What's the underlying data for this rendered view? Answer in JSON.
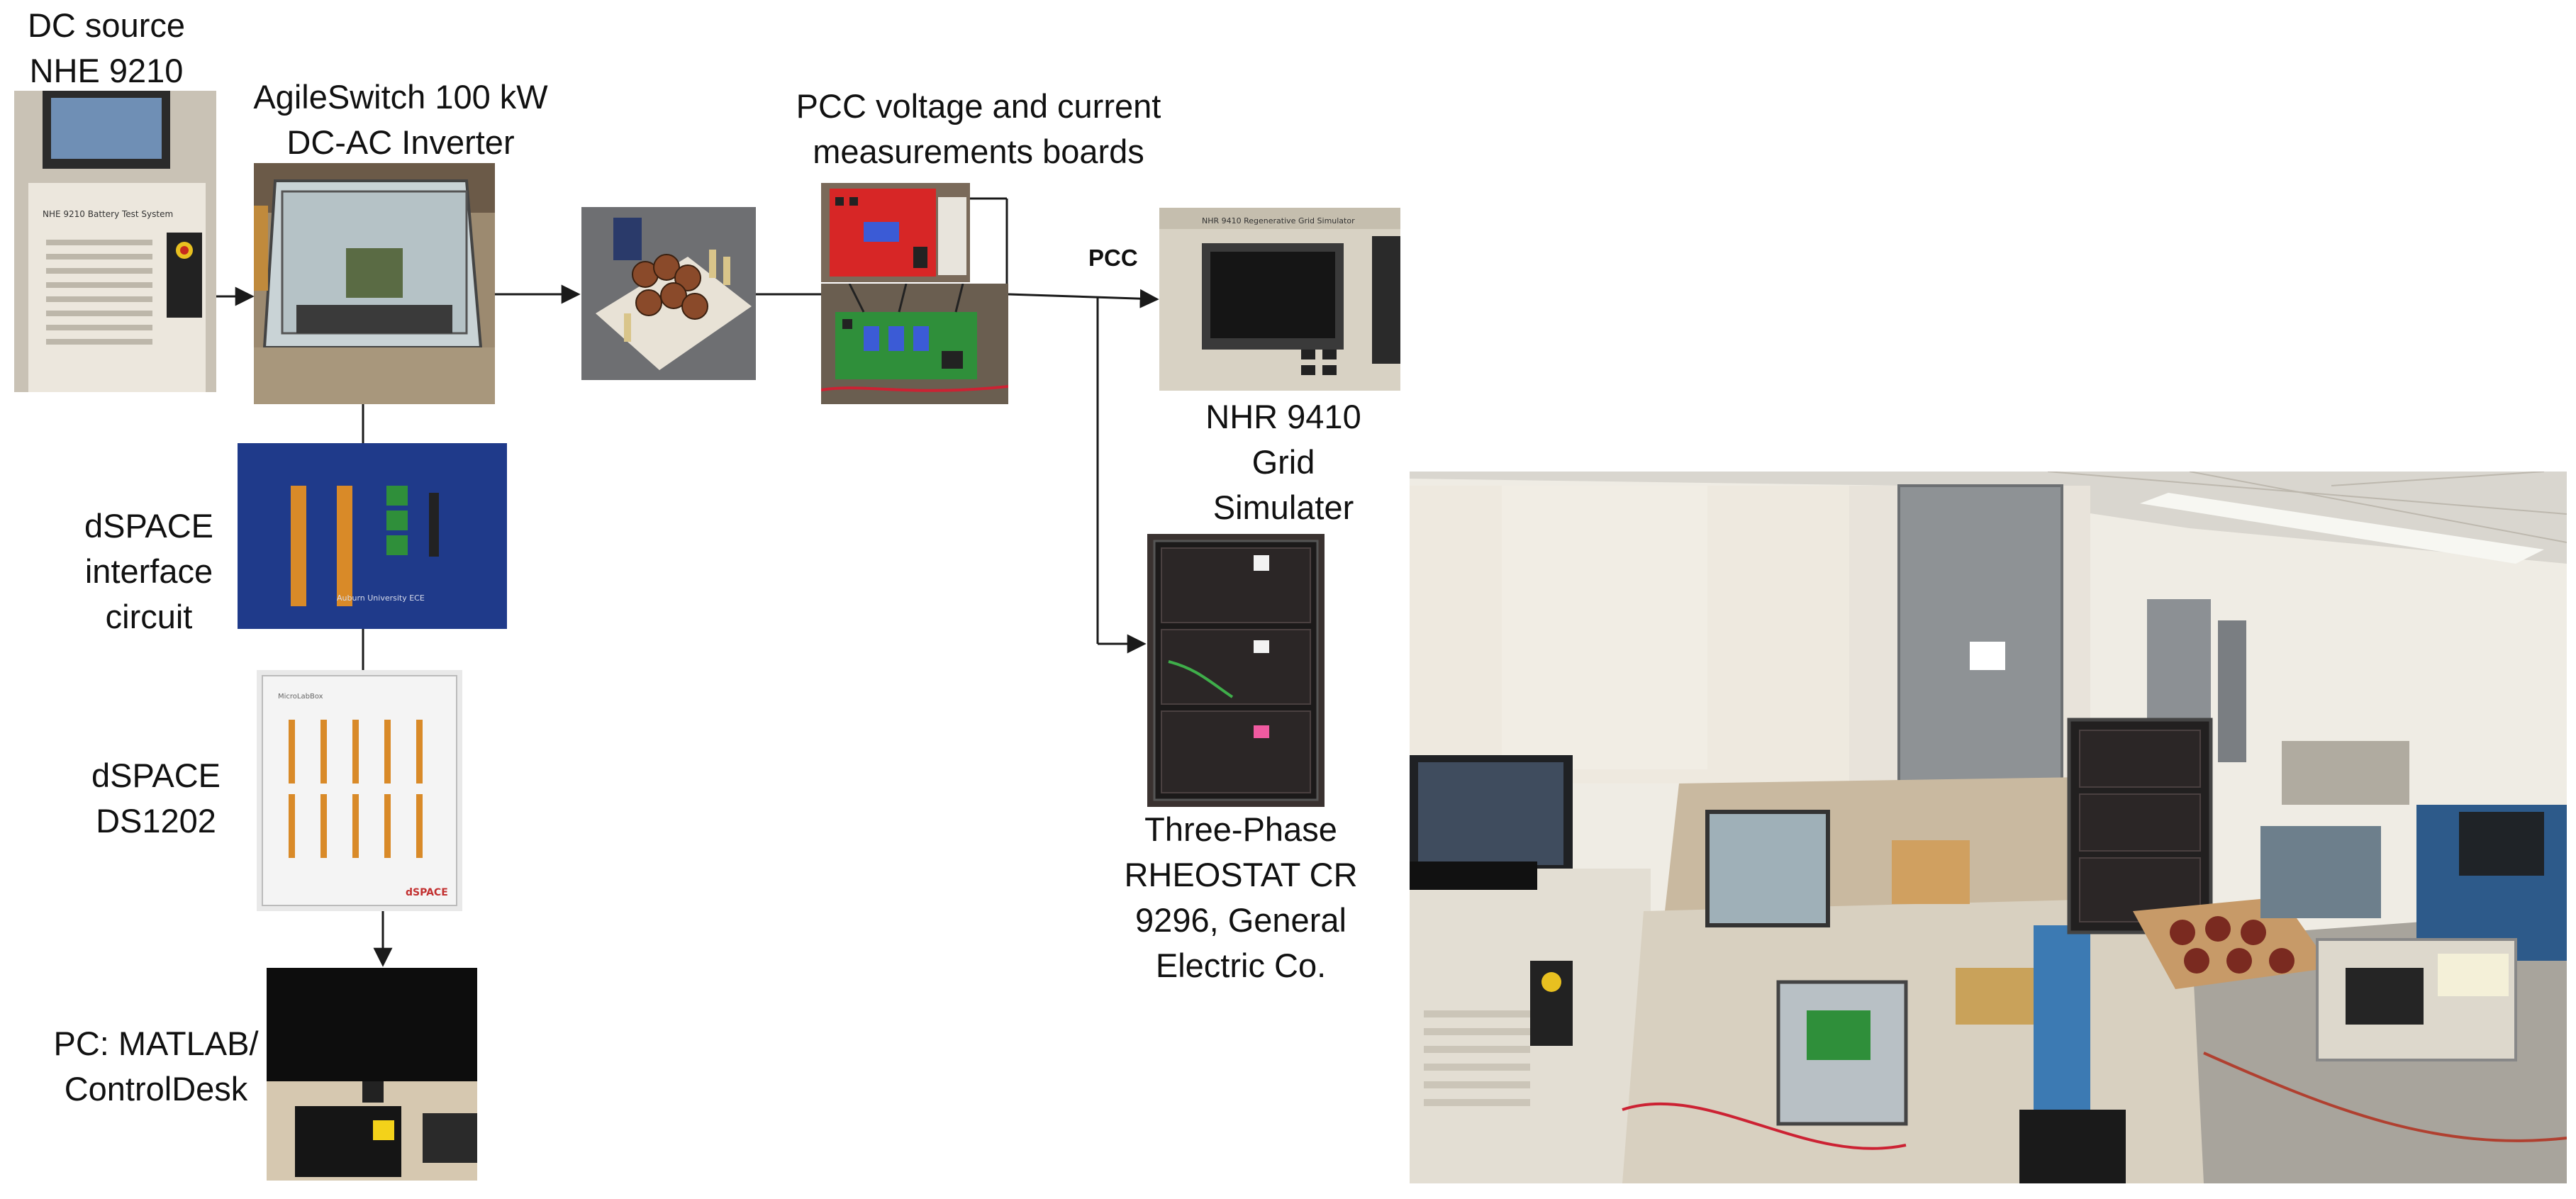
{
  "labels": {
    "dc_source": [
      "DC source",
      "NHE 9210"
    ],
    "inverter": [
      "AgileSwitch 100 kW",
      "DC-AC Inverter"
    ],
    "measurement": [
      "PCC voltage and current",
      "measurements boards"
    ],
    "pcc": "PCC",
    "grid": [
      "NHR 9410",
      "Grid",
      "Simulater"
    ],
    "dspace_interface": [
      "dSPACE",
      "interface",
      "circuit"
    ],
    "dspace_ds1202": [
      "dSPACE",
      "DS1202"
    ],
    "rheostat": [
      "Three-Phase",
      "RHEOSTAT CR",
      "9296, General",
      "Electric Co."
    ],
    "pc": [
      "PC: MATLAB/",
      "ControlDesk"
    ]
  },
  "photo_text": {
    "dc_source_panel": "NHE 9210 Battery Test System",
    "grid_panel": "NHR 9410 Regenerative Grid Simulator",
    "dspace_board": "Auburn University ECE",
    "dspace_brand": "dSPACE",
    "dspace_top": "MicroLabBox"
  },
  "colors": {
    "wire": "#1a1a1a",
    "board_blue": "#1f3a8a",
    "board_red": "#d72626",
    "board_green": "#2f8f3a"
  }
}
